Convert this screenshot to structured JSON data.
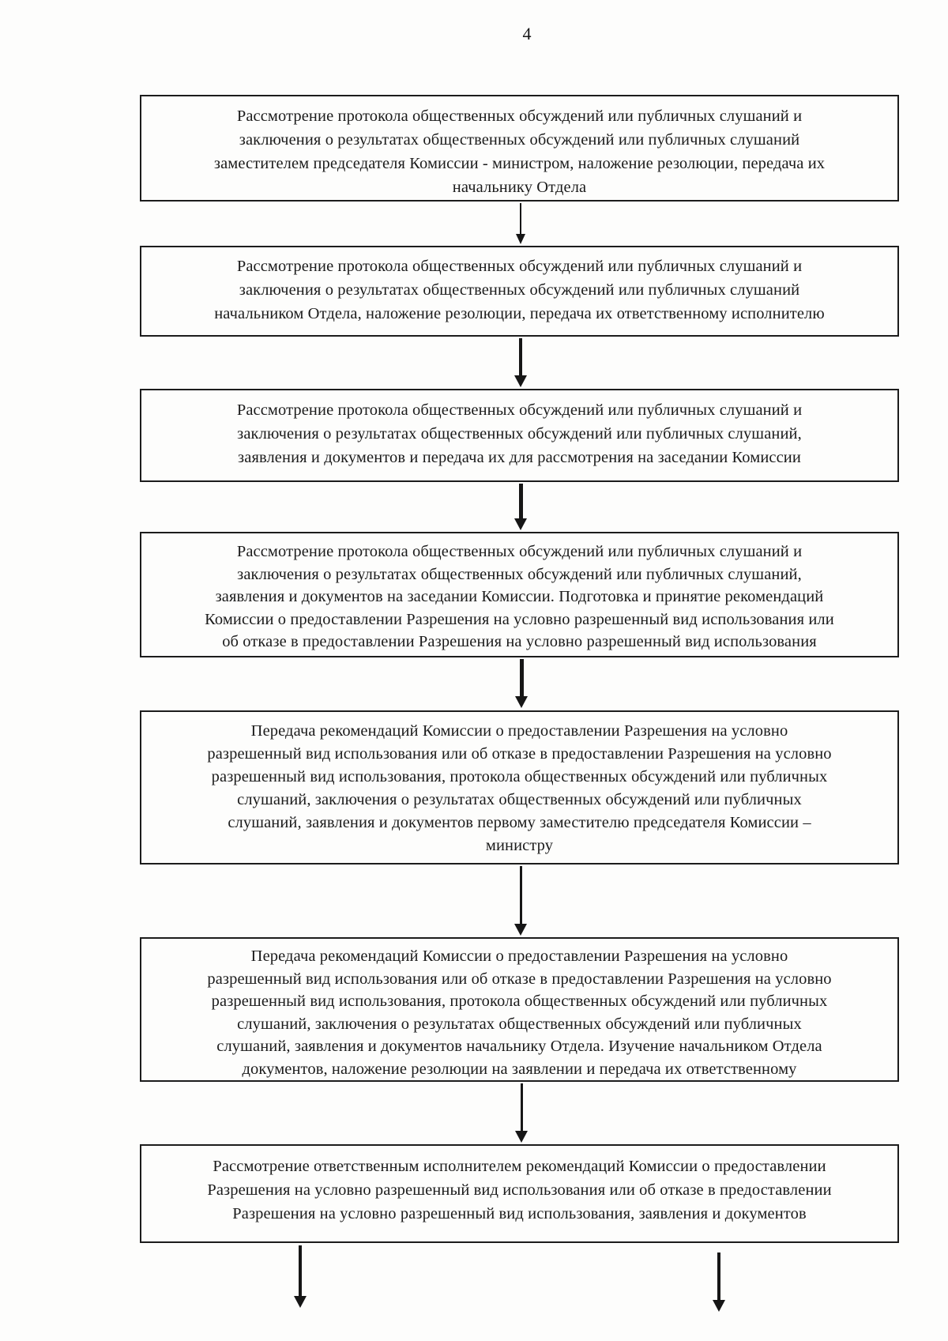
{
  "page": {
    "number": "4"
  },
  "colors": {
    "ink": "#1b1b1b",
    "paper": "#fdfdfc"
  },
  "flowchart": {
    "steps": [
      {
        "lines": [
          "Рассмотрение протокола общественных обсуждений или публичных слушаний и",
          "заключения о результатах общественных обсуждений или публичных слушаний",
          "заместителем председателя Комиссии - министром, наложение резолюции, передача их",
          "начальнику Отдела"
        ]
      },
      {
        "lines": [
          "Рассмотрение протокола общественных обсуждений или публичных слушаний и",
          "заключения о результатах общественных обсуждений или публичных слушаний",
          "начальником Отдела, наложение резолюции, передача их ответственному исполнителю"
        ]
      },
      {
        "lines": [
          "Рассмотрение протокола общественных обсуждений или публичных слушаний и",
          "заключения о результатах общественных обсуждений или публичных слушаний,",
          "заявления и документов и передача их для рассмотрения на заседании Комиссии"
        ]
      },
      {
        "lines": [
          "Рассмотрение протокола общественных обсуждений или публичных слушаний и",
          "заключения о результатах общественных обсуждений или публичных слушаний,",
          "заявления и документов на заседании Комиссии. Подготовка и принятие рекомендаций",
          "Комиссии о предоставлении Разрешения на условно разрешенный вид использования или",
          "об отказе в предоставлении Разрешения на условно разрешенный вид использования"
        ]
      },
      {
        "lines": [
          "Передача рекомендаций Комиссии о предоставлении Разрешения на условно",
          "разрешенный вид использования или об отказе в предоставлении Разрешения на условно",
          "разрешенный вид использования, протокола общественных обсуждений или публичных",
          "слушаний, заключения о результатах общественных обсуждений или публичных",
          "слушаний, заявления и документов первому заместителю председателя Комиссии –",
          "министру"
        ]
      },
      {
        "lines": [
          "Передача рекомендаций Комиссии о предоставлении Разрешения на условно",
          "разрешенный вид использования или об отказе в предоставлении Разрешения на условно",
          "разрешенный вид использования, протокола общественных обсуждений или публичных",
          "слушаний, заключения о результатах общественных обсуждений или публичных",
          "слушаний, заявления и документов начальнику Отдела. Изучение начальником Отдела",
          "документов, наложение резолюции на заявлении и передача их ответственному"
        ]
      },
      {
        "lines": [
          "Рассмотрение ответственным исполнителем рекомендаций Комиссии о предоставлении",
          "Разрешения на условно разрешенный вид использования или об отказе в предоставлении",
          "Разрешения на условно разрешенный вид использования, заявления и документов"
        ]
      }
    ]
  }
}
